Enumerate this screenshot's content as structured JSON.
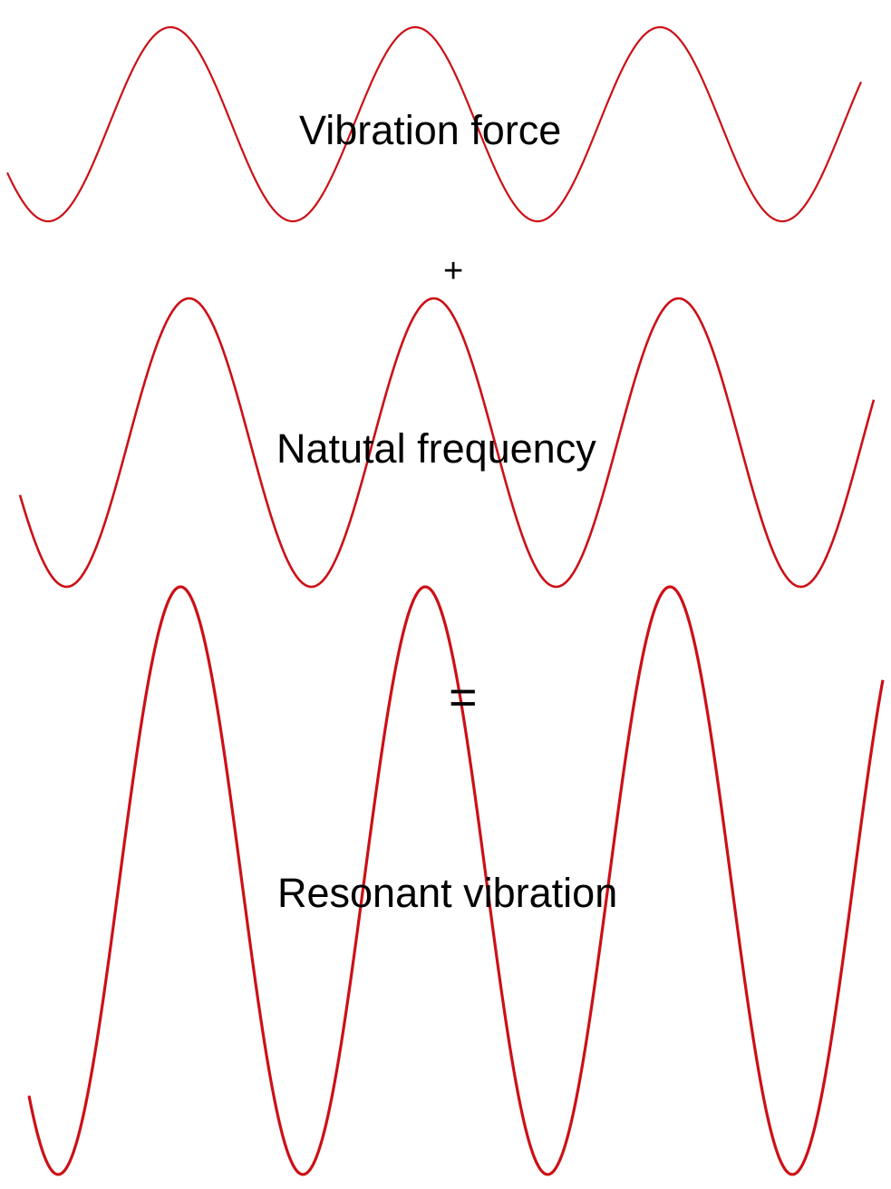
{
  "diagram": {
    "wave_color": "#cc1016",
    "waves": [
      {
        "name": "vibration-force-wave",
        "amplitude": 1,
        "cycles": 3.5
      },
      {
        "name": "natural-frequency-wave",
        "amplitude": 1.5,
        "cycles": 3.5
      },
      {
        "name": "resonant-vibration-wave",
        "amplitude": 3,
        "cycles": 3.5
      }
    ],
    "labels": {
      "force": "Vibration force",
      "plus": "+",
      "natural": "Natutal frequency",
      "equals": "=",
      "resonant": "Resonant vibration"
    }
  }
}
